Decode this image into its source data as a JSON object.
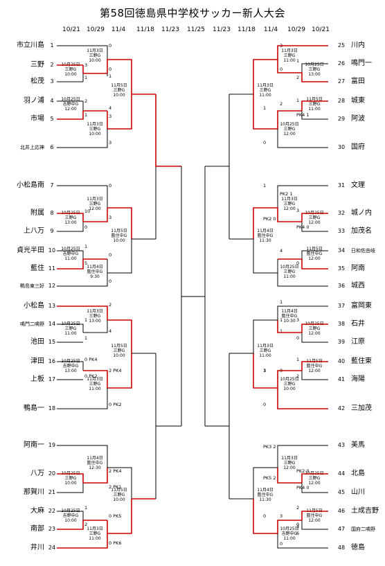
{
  "title": "第58回徳島県中学校サッカー新人大会",
  "dates": [
    "10/21",
    "10/29",
    "11/4",
    "11/18",
    "11/23",
    "11/25",
    "11/23",
    "11/18",
    "11/4",
    "10/29",
    "10/21"
  ],
  "teams": [
    {
      "no": "1",
      "name": "市立川島"
    },
    {
      "no": "2",
      "name": "三野"
    },
    {
      "no": "3",
      "name": "松茂"
    },
    {
      "no": "4",
      "name": "羽ノ浦"
    },
    {
      "no": "5",
      "name": "市場"
    },
    {
      "no": "6",
      "name": "北井上応神"
    },
    {
      "no": "7",
      "name": "小松島南"
    },
    {
      "no": "8",
      "name": "附属"
    },
    {
      "no": "9",
      "name": "上八万"
    },
    {
      "no": "10",
      "name": "貞光半田"
    },
    {
      "no": "11",
      "name": "藍住"
    },
    {
      "no": "12",
      "name": "鴨島東三好"
    },
    {
      "no": "13",
      "name": "小松島"
    },
    {
      "no": "14",
      "name": "鳴門二鳴野"
    },
    {
      "no": "15",
      "name": "池田"
    },
    {
      "no": "16",
      "name": "津田"
    },
    {
      "no": "17",
      "name": "上板"
    },
    {
      "no": "18",
      "name": "鴨島一"
    },
    {
      "no": "19",
      "name": "阿南一"
    },
    {
      "no": "20",
      "name": "八万"
    },
    {
      "no": "21",
      "name": "那賀川"
    },
    {
      "no": "22",
      "name": "大麻"
    },
    {
      "no": "23",
      "name": "南部"
    },
    {
      "no": "24",
      "name": "井川"
    },
    {
      "no": "25",
      "name": "川内"
    },
    {
      "no": "26",
      "name": "鳴門一"
    },
    {
      "no": "27",
      "name": "富田"
    },
    {
      "no": "28",
      "name": "城東"
    },
    {
      "no": "29",
      "name": "阿波"
    },
    {
      "no": "30",
      "name": "国府"
    },
    {
      "no": "31",
      "name": "文理"
    },
    {
      "no": "32",
      "name": "城ノ内"
    },
    {
      "no": "33",
      "name": "加茂名"
    },
    {
      "no": "34",
      "name": "日和佐由岐"
    },
    {
      "no": "35",
      "name": "阿南"
    },
    {
      "no": "36",
      "name": "城西"
    },
    {
      "no": "37",
      "name": "富岡東"
    },
    {
      "no": "38",
      "name": "石井"
    },
    {
      "no": "39",
      "name": "江原"
    },
    {
      "no": "40",
      "name": "藍住東"
    },
    {
      "no": "41",
      "name": "海陽"
    },
    {
      "no": "42",
      "name": "三加茂"
    },
    {
      "no": "43",
      "name": "美馬"
    },
    {
      "no": "44",
      "name": "北島"
    },
    {
      "no": "45",
      "name": "山川"
    },
    {
      "no": "46",
      "name": "土成吉野"
    },
    {
      "no": "47",
      "name": "国府二鳴野"
    },
    {
      "no": "48",
      "name": "徳島"
    }
  ],
  "notes": {
    "n1": "11月3日\n三野G\n10:00",
    "n2": "10月25日\n三野G\n10:00",
    "n3": "10月25日\n吉野中G\n12:00",
    "n4": "11月3日\n三野G\n10:00",
    "n5": "11月5日\n三野G\n10:00",
    "n6": "11月3日\n三野G\n12:00",
    "n7": "10月25日\n三野G\n13:00",
    "n8": "10月25日\n吉野中G\n11:00",
    "n9": "11月4日\n藍住中G\n9:30",
    "n10": "11月5日\n藍住中G\n10:00",
    "n11": "11月3日\n三野G\n13:00",
    "n12": "10月25日\n三野G\n11:00",
    "n13": "10月25日\n吉野中G\n13:00",
    "n14": "11月3日\n三野G\n11:00",
    "n15": "11月5日\n三野G\n10:00",
    "n16": "11月4日\n藍住中G\n12:30",
    "n17": "10月25日\n三野G\n10:00",
    "n18": "10月25日\n吉野中G\n10:00",
    "n19": "11月3日\n三野G\n11:00",
    "n20": "11月5日\n三野G\n10:00",
    "n21": "11月3日\n三野G\n11:00",
    "n22": "10月25日\n三野G\n13:00",
    "n23": "11月5日\n三野G\n11:00",
    "n24": "10月25日\n三野G\n12:00",
    "n25": "11月3日\n三野G\n11:00",
    "n26": "11月3日\n三野G\n12:00",
    "n27": "10月25日\n三野G\n12:00",
    "n28": "11月5日\n藍住中G\n12:00",
    "n29": "10月25日\n三野G\n11:00",
    "n30": "11月4日\n藍住中G\n11:30",
    "n31": "11月4日\n藍住中G\n10:30",
    "n32": "10月25日\n三野G\n12:00",
    "n33": "11月5日\n藍住中G\n12:00",
    "n34": "10月25日\n三野G\n10:00",
    "n35": "11月3日\n三野G\n11:00",
    "n36": "11月3日\n三野G\n12:00",
    "n37": "10月25日\n三野G\n12:00",
    "n38": "11月5日\n藍住中G\n12:00",
    "n39": "10月25日\n吉野中G\n11:00",
    "n40": "11月4日\n藍住中G\n11:30"
  },
  "scores": {
    "s1": "0",
    "s2": "3",
    "s3": "1",
    "s4": "0",
    "s5": "1",
    "s6": "2",
    "s7": "1",
    "s8": "4",
    "s9": "3",
    "s10": "3",
    "s11": "0",
    "s12": "10",
    "s13": "0",
    "s14": "3",
    "s15": "1",
    "s16": "5",
    "s17": "0",
    "s18": "0",
    "s19": "2",
    "s20": "1",
    "s21": "1",
    "s22": "4",
    "s23": "0 PK4",
    "s24": "0 PK2",
    "s25": "2 PK4",
    "s26": "0 PK2",
    "s27": "2 PK4",
    "s28": "2 PK1",
    "s29": "1",
    "s30": "2",
    "s31": "0 PK5",
    "s32": "0 PK6",
    "s33": "3",
    "s34": "1",
    "s35": "2",
    "s36": "0",
    "s37": "1",
    "s38": "1",
    "s39": "PK4 1",
    "s40": "2",
    "s41": "1",
    "s42": "0",
    "s43": "PK2 1",
    "s44": "PK2 0",
    "s45": "3",
    "s46": "PK4 0",
    "s47": "4",
    "s48": "0",
    "s49": "1",
    "s50": "3",
    "s51": "0",
    "s52": "1",
    "s53": "1",
    "s54": "2",
    "s55": "0",
    "s56": "1",
    "s57": "3",
    "s58": "0",
    "s59": "PK3 2",
    "s60": "PK5 2",
    "s61": "PK2 0",
    "s62": "PK4 0",
    "s63": "2",
    "s64": "0",
    "s65": "3",
    "s66": "0",
    "s67": "0",
    "s68": "1",
    "s69": "3",
    "s70": "6"
  },
  "colors": {
    "winner": "#d00000",
    "line": "#000000"
  }
}
